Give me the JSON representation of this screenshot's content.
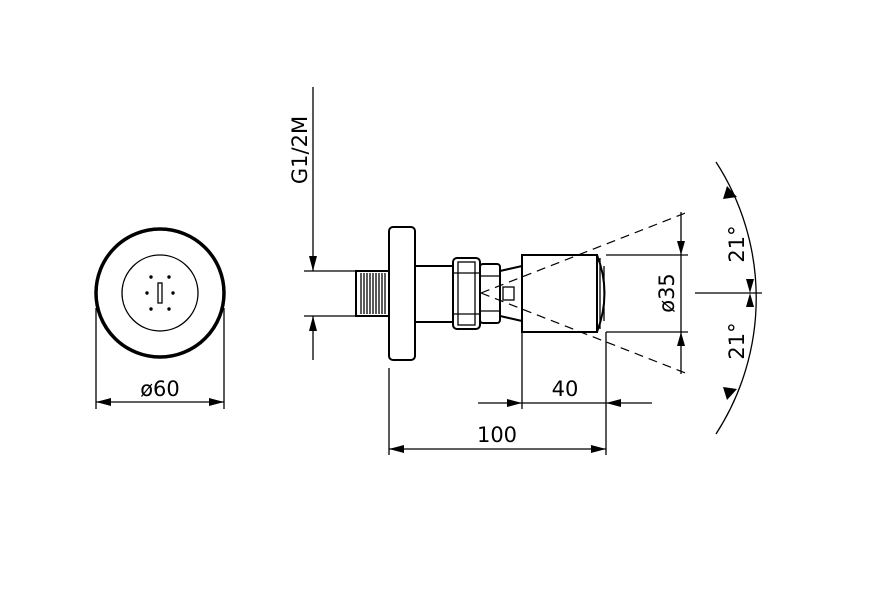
{
  "diagram": {
    "dimensions": {
      "face_diameter": "ø60",
      "thread": "G1/2M",
      "body_diameter": "ø35",
      "body_length": "40",
      "total_length": "100",
      "angle_top": "21°",
      "angle_bottom": "21°"
    },
    "colors": {
      "line": "#000000",
      "background": "#ffffff"
    }
  }
}
